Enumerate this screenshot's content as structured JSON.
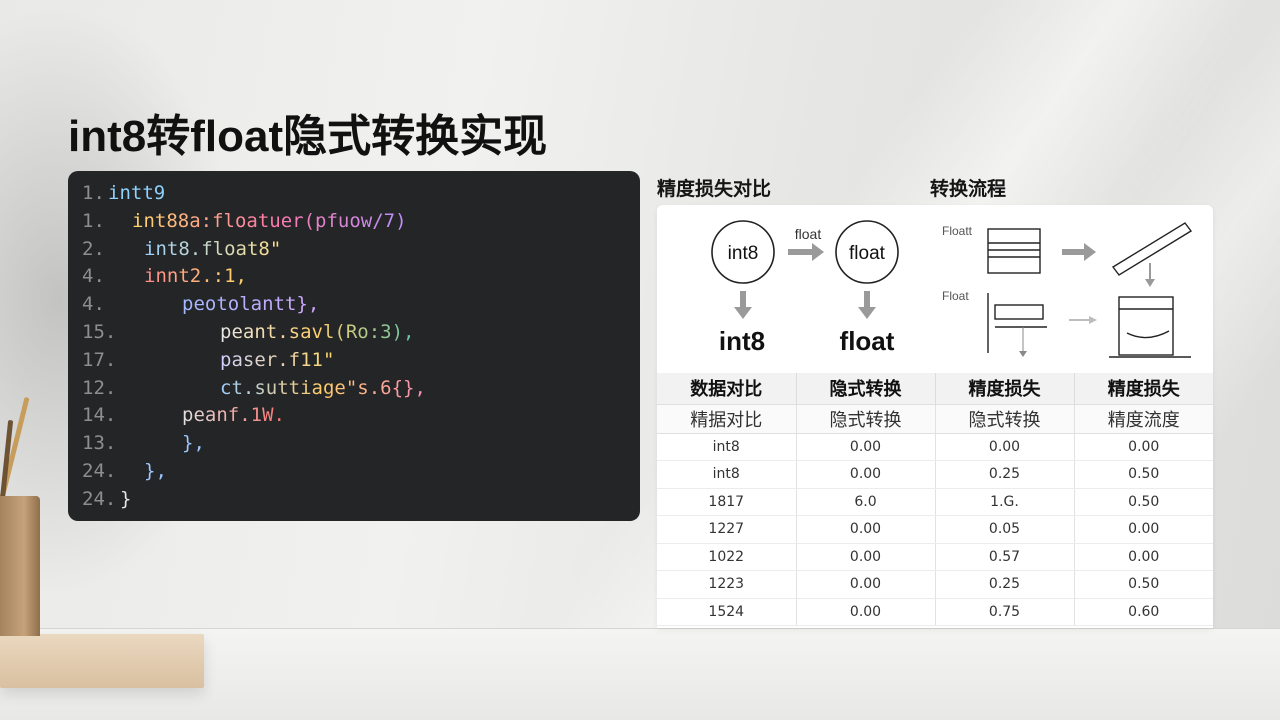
{
  "title": "int8转float隐式转换实现",
  "code": {
    "lines": [
      {
        "num": "1.",
        "text": "intt9",
        "indent": 0
      },
      {
        "num": "1.",
        "text": "int88a:floatuer(pfuow/7)",
        "indent": 1
      },
      {
        "num": "2.",
        "text": "int8.float8\"",
        "indent": 2
      },
      {
        "num": "4.",
        "text": "innt2.:1,",
        "indent": 2
      },
      {
        "num": "4.",
        "text": "peotolantt},",
        "indent": 2
      },
      {
        "num": "15.",
        "text": "peant.savl(Ro:3),",
        "indent": 3
      },
      {
        "num": "17.",
        "text": "paser.f11\"",
        "indent": 3
      },
      {
        "num": "12.",
        "text": "ct.suttiage\"s.6{},",
        "indent": 4
      },
      {
        "num": "14.",
        "text": "peanf.1W.",
        "indent": 3
      },
      {
        "num": "13.",
        "text": "},",
        "indent": 3
      },
      {
        "num": "24.",
        "text": "},",
        "indent": 1
      },
      {
        "num": "24.",
        "text": "}",
        "indent": 0
      }
    ]
  },
  "sections": {
    "precision_title": "精度损失对比",
    "flow_title": "转换流程"
  },
  "diagram": {
    "node_int8": "int8",
    "node_float": "float",
    "arrow_label": "float",
    "result_int8": "int8",
    "result_float": "float",
    "flow_label_1": "Floatt",
    "flow_label_2": "Float"
  },
  "table": {
    "headers": [
      "数据对比",
      "隐式转换",
      "精度损失",
      "精度损失"
    ],
    "subheaders": [
      "精据对比",
      "隐式转换",
      "隐式转换",
      "精度流度"
    ],
    "rows": [
      [
        "int8",
        "0.00",
        "0.00",
        "0.00"
      ],
      [
        "int8",
        "0.00",
        "0.25",
        "0.50"
      ],
      [
        "1817",
        "6.0",
        "1.G.",
        "0.50"
      ],
      [
        "1227",
        "0.00",
        "0.05",
        "0.00"
      ],
      [
        "1022",
        "0.00",
        "0.57",
        "0.00"
      ],
      [
        "1223",
        "0.00",
        "0.25",
        "0.50"
      ],
      [
        "1524",
        "0.00",
        "0.75",
        "0.60"
      ]
    ]
  },
  "colors": {
    "code_bg": "#242526",
    "accent_gray": "#9a9a9a"
  },
  "icons": [
    "arrow-right-icon",
    "arrow-down-icon",
    "stacked-box-icon",
    "slanted-bar-icon",
    "cylinder-box-icon"
  ]
}
